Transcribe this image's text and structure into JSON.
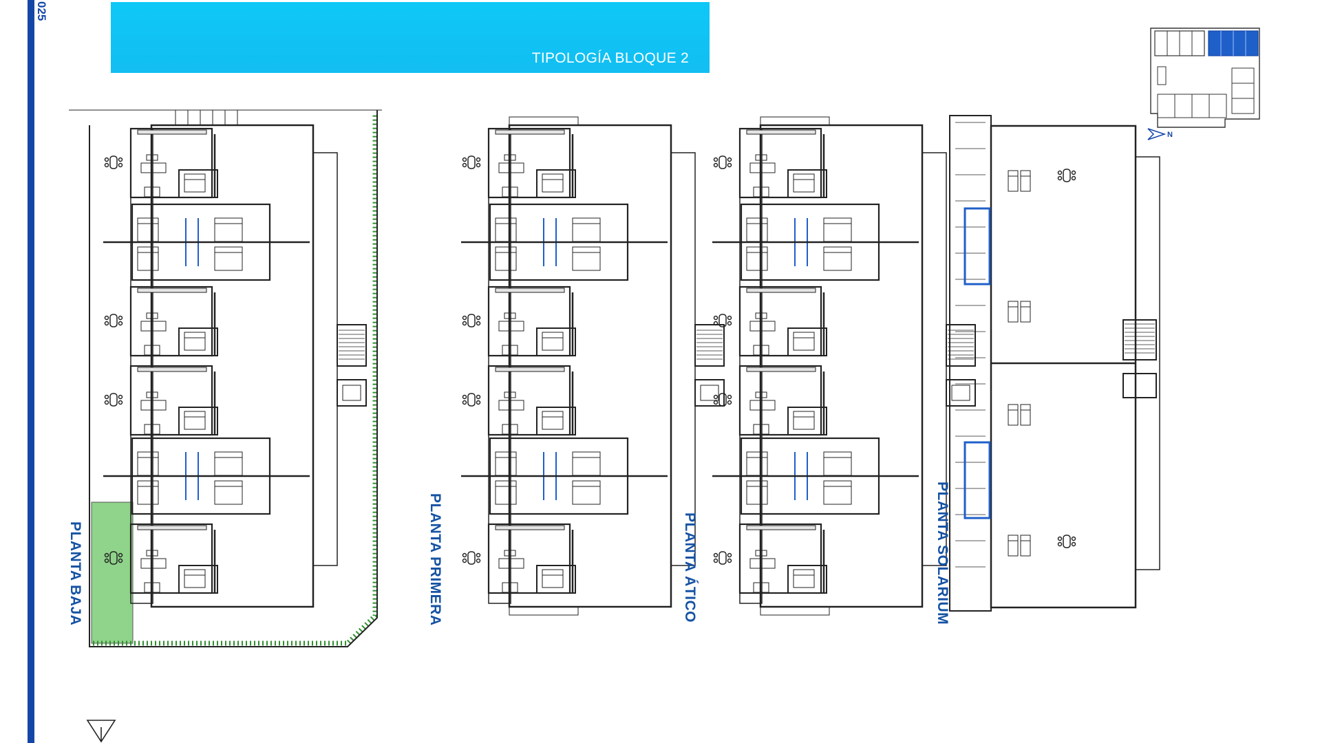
{
  "document": {
    "side_year": "025",
    "header_title": "TIPOLOGÍA BLOQUE 2"
  },
  "plans": [
    {
      "label": "PLANTA BAJA"
    },
    {
      "label": "PLANTA PRIMERA"
    },
    {
      "label": "PLANTA ÁTICO"
    },
    {
      "label": "PLANTA SOLARIUM"
    }
  ],
  "key_map": {
    "north_label": "N"
  },
  "colors": {
    "brand_blue": "#1446a8",
    "banner_cyan": "#0ec8f7",
    "garden_green": "#8fd48a",
    "hedge_green": "#2f8f2f",
    "wall": "#222222",
    "highlight_blue": "#1f5fc8"
  }
}
